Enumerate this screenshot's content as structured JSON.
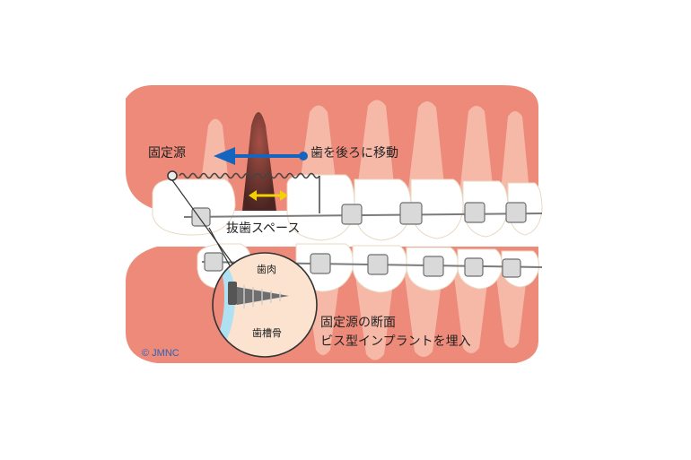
{
  "labels": {
    "anchor": "固定源",
    "move": "歯を後ろに移動",
    "space": "抜歯スペース",
    "gum": "歯肉",
    "bone": "歯槽骨",
    "section": "固定源の断面",
    "implant": "ビス型インプラントを埋入"
  },
  "copyright": "© JMNC",
  "colors": {
    "gum": "#ee8a7a",
    "gum_light": "#f6b9a8",
    "tooth": "#ffffff",
    "tooth_shadow": "#fff0d6",
    "arrow": "#1565c0",
    "space_marker": "#f2d200",
    "extracted_root": "#6b3b35",
    "inset_bone": "#fbe3cf",
    "inset_gum": "#aee2f3"
  },
  "icons": [
    "implant-screw-icon",
    "arrow-left-icon",
    "double-arrow-icon",
    "coil-spring-icon"
  ]
}
